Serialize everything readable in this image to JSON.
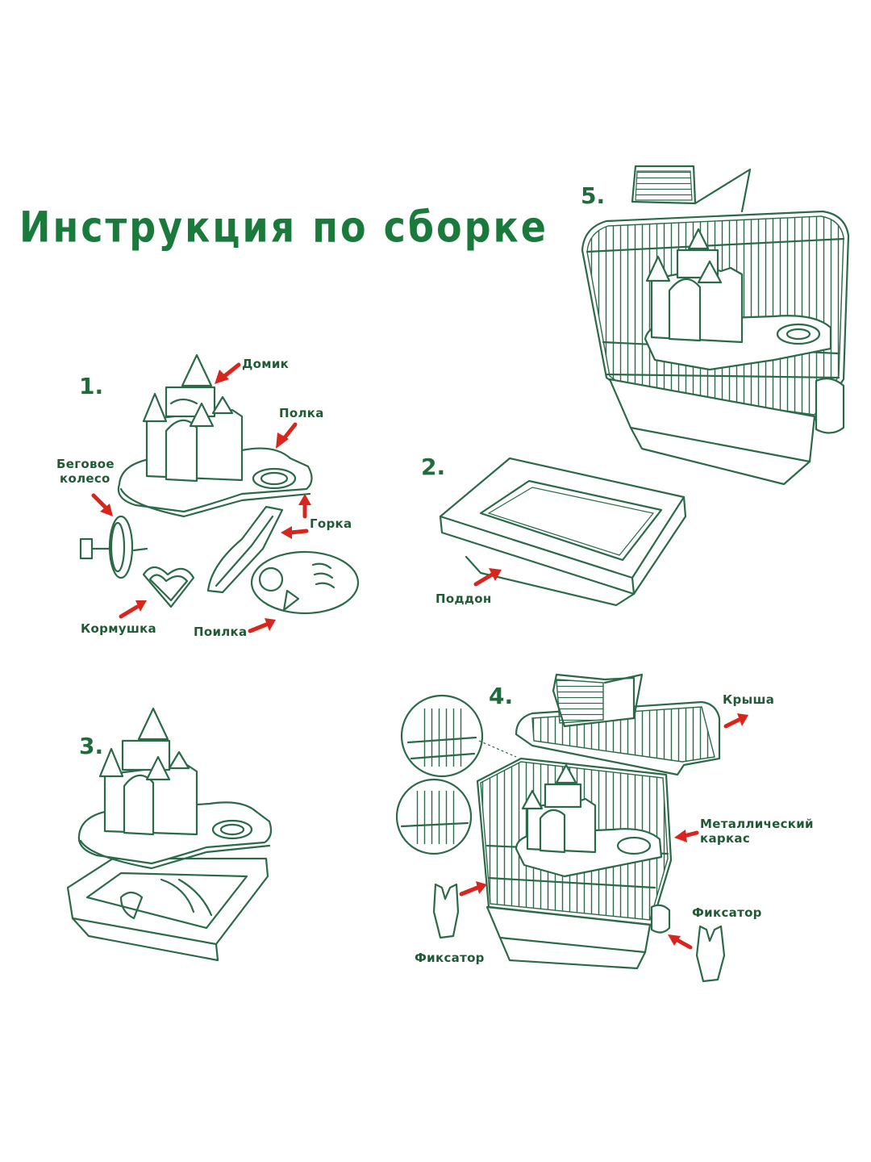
{
  "title": "Инструкция по сборке",
  "steps": {
    "s1": "1.",
    "s2": "2.",
    "s3": "3.",
    "s4": "4.",
    "s5": "5."
  },
  "labels": {
    "house": "Домик",
    "shelf": "Полка",
    "wheel_line1": "Беговое",
    "wheel_line2": "колесо",
    "slide": "Горка",
    "feeder": "Кормушка",
    "drinker": "Поилка",
    "tray": "Поддон",
    "roof": "Крыша",
    "frame_line1": "Металлический",
    "frame_line2": "каркас",
    "clip_left": "Фиксатор",
    "clip_right": "Фиксатор"
  },
  "colors": {
    "title_green": "#1a7a3c",
    "line_green": "#2a6a48",
    "arrow_red": "#d8261f"
  }
}
